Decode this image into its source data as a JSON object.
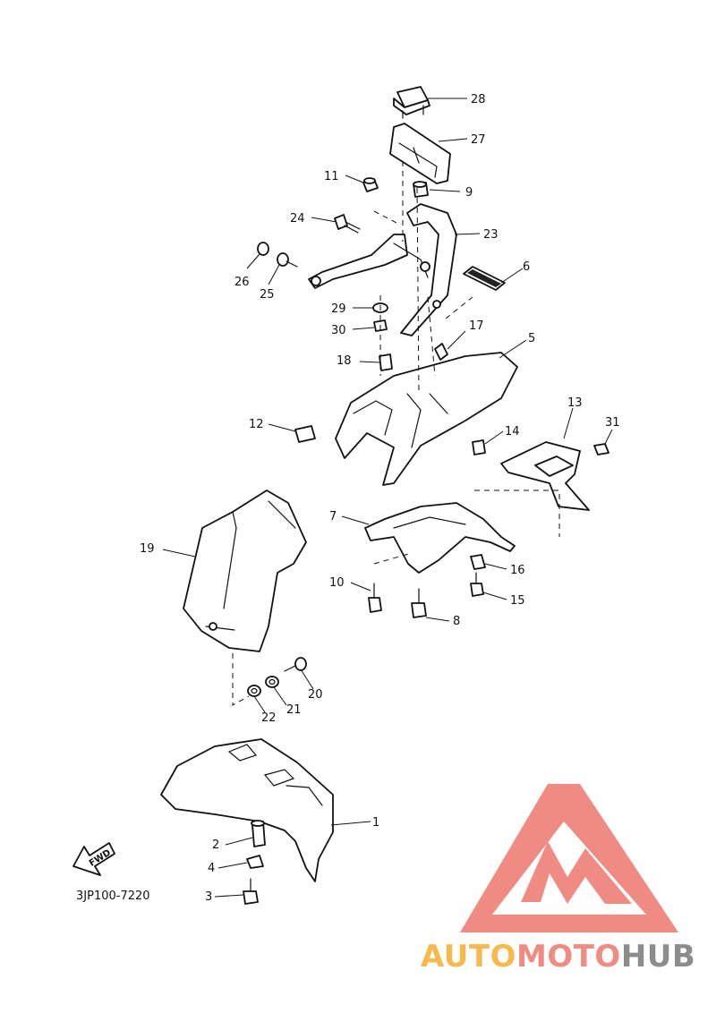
{
  "diagram": {
    "code": "3JP100-7220",
    "fwd_label": "FWD",
    "callouts": [
      "1",
      "2",
      "3",
      "4",
      "5",
      "6",
      "7",
      "8",
      "9",
      "10",
      "11",
      "12",
      "13",
      "14",
      "15",
      "16",
      "17",
      "18",
      "19",
      "20",
      "21",
      "22",
      "23",
      "24",
      "25",
      "26",
      "27",
      "28",
      "29",
      "30",
      "31"
    ]
  },
  "watermark": {
    "brand_part1": "AUTO",
    "brand_part2": "MOTO",
    "brand_part3": "HUB",
    "colors": {
      "orange": "#f6b94e",
      "salmon": "#f08b84",
      "grey": "#8c8c8c"
    }
  }
}
